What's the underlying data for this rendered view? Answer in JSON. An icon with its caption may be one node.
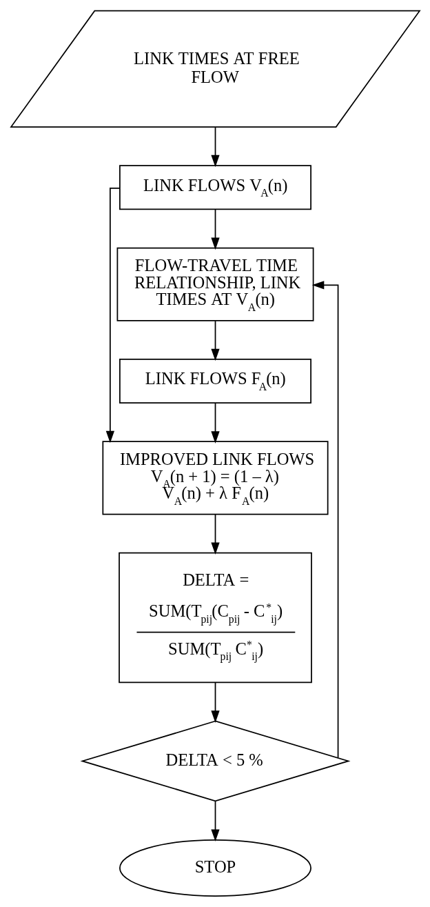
{
  "diagram": {
    "nodes": [
      {
        "text": [
          "LINK TIMES AT FREE FLOW"
        ]
      },
      {
        "text": [
          "LINK FLOWS V$_{A}$(n)"
        ]
      },
      {
        "text": [
          "FLOW-TRAVEL TIME RELATIONSHIP, LINK TIMES AT V$_{A}$(n)"
        ]
      },
      {
        "text": [
          "LINK FLOWS F$_{A}$(n)"
        ]
      },
      {
        "text": [
          "IMPROVED LINK FLOWS V$_{A}$(n + 1) = (1 – λ) V$_{A}$(n) + λ F$_{A}$(n)"
        ]
      },
      {
        "text": [
          "DELTA =",
          "SUM(T$_{pij}$(C$_{pij}$ - C$^{*}$$_{ij}$)",
          "SUM(T$_{pij}$ C$^{*}$$_{ij}$)"
        ]
      },
      {
        "text": [
          "DELTA < 5 %"
        ]
      },
      {
        "text": [
          "STOP"
        ]
      }
    ],
    "edges": [
      {
        "from": 0,
        "to": 1,
        "arrow": "to"
      },
      {
        "from": 1,
        "to": 2,
        "arrow": "to"
      },
      {
        "from": 2,
        "to": 3,
        "arrow": "to"
      },
      {
        "from": 3,
        "to": 4,
        "arrow": "to"
      },
      {
        "from": 1,
        "to": 4,
        "arrow": "to"
      },
      {
        "from": 4,
        "to": 5,
        "arrow": "to"
      },
      {
        "from": 5,
        "to": 6,
        "arrow": "to"
      },
      {
        "from": 6,
        "to": 7,
        "arrow": "to"
      },
      {
        "from": 6,
        "to": 2,
        "arrow": "to"
      }
    ]
  }
}
